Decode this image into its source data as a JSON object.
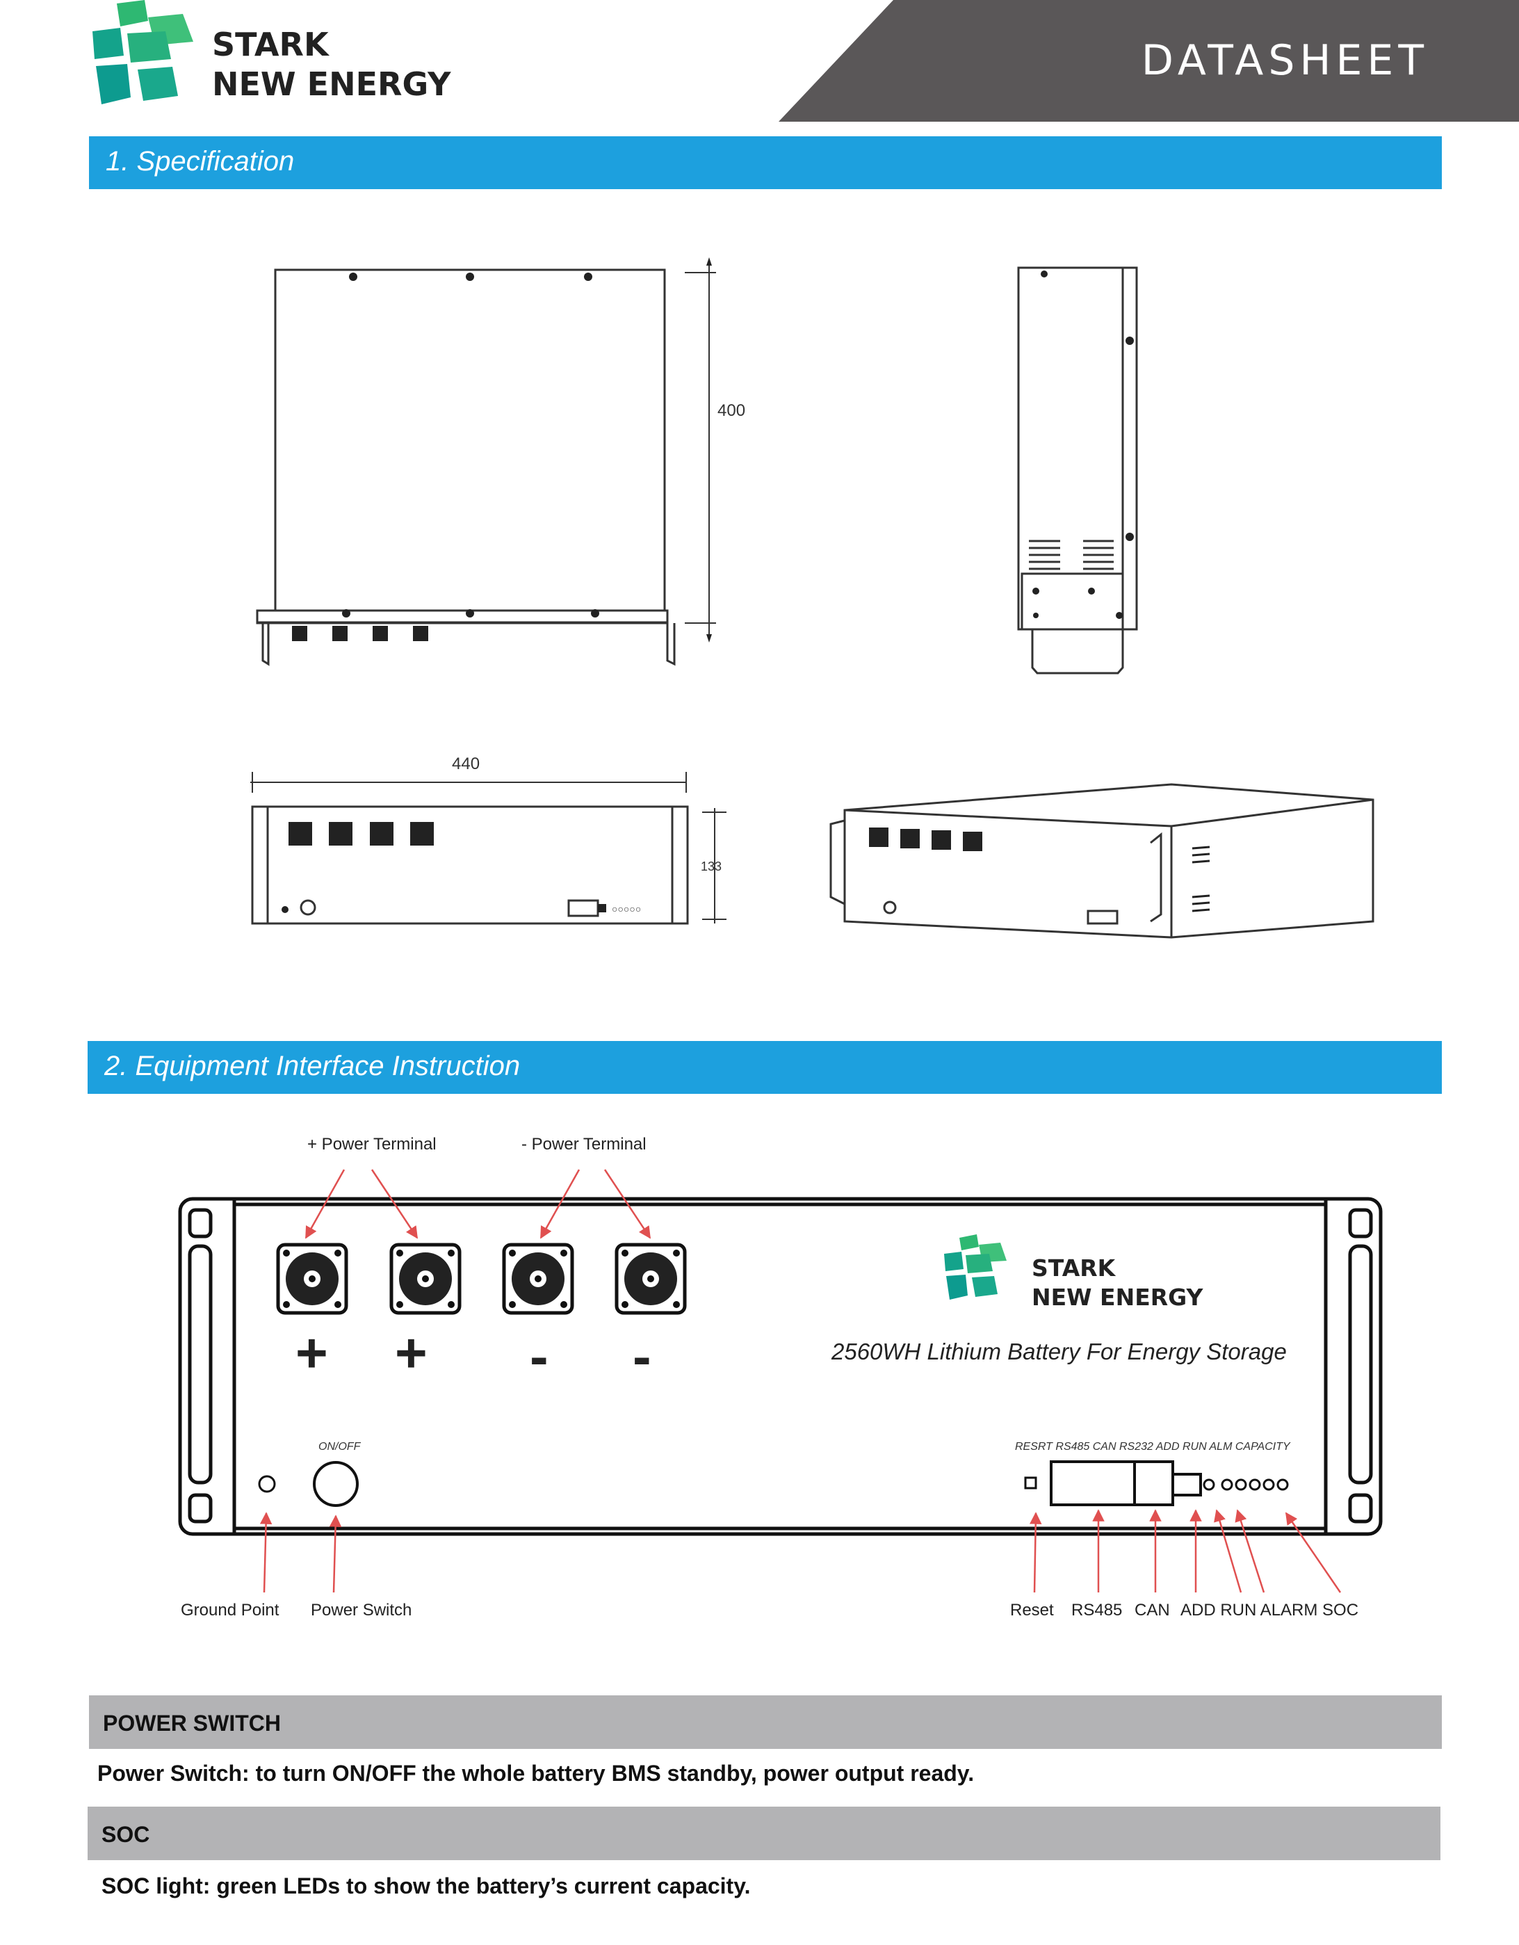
{
  "header": {
    "brand_line1": "STARK",
    "brand_line2": "NEW ENERGY",
    "doc_type": "DATASHEET"
  },
  "sections": [
    {
      "title": "1. Specification"
    },
    {
      "title": "2. Equipment Interface Instruction"
    }
  ],
  "specification": {
    "dim_height": "400",
    "dim_width": "440",
    "dim_front_height": "133"
  },
  "interface": {
    "pos_terminal_label": "+ Power Terminal",
    "neg_terminal_label": "- Power Terminal",
    "terminal_signs": [
      "+",
      "+",
      "-",
      "-"
    ],
    "panel_brand_line1": "STARK",
    "panel_brand_line2": "NEW ENERGY",
    "product_caption": "2560WH Lithium Battery For Energy Storage",
    "onoff_label": "ON/OFF",
    "port_header": "RESRT  RS485 CAN  RS232 ADD RUN ALM CAPACITY",
    "callouts": {
      "ground_point": "Ground Point",
      "power_switch": "Power Switch",
      "reset": "Reset",
      "rs485": "RS485",
      "can": "CAN",
      "add_run_alarm_soc": "ADD RUN ALARM SOC"
    }
  },
  "notes": [
    {
      "heading": "POWER SWITCH",
      "text": "Power Switch: to turn ON/OFF the whole battery BMS standby, power output ready."
    },
    {
      "heading": "SOC",
      "text": "SOC light: green LEDs to show the battery’s current capacity."
    }
  ],
  "colors": {
    "section_bar": "#1da0de",
    "header_band": "#5a5758",
    "note_bar": "#b3b3b5",
    "logo_green": "#2eb872",
    "logo_teal": "#14a38b",
    "callout_red": "#e05050"
  }
}
